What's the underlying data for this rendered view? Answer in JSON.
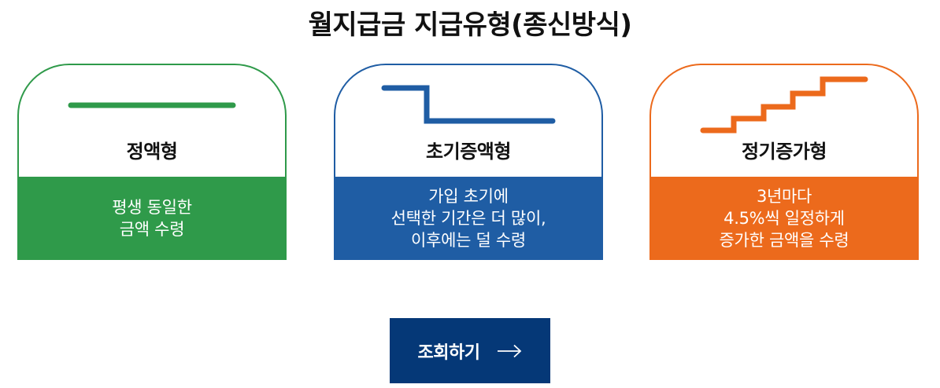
{
  "page": {
    "title": "월지급금 지급유형(종신방식)"
  },
  "cards": [
    {
      "name": "정액형",
      "graph_icon": "flat-line-icon",
      "description": [
        "평생 동일한",
        "금액 수령"
      ],
      "color": "#2f9a4a"
    },
    {
      "name": "초기증액형",
      "graph_icon": "step-down-line-icon",
      "description": [
        "가입 초기에",
        "선택한 기간은 더 많이,",
        "이후에는 덜 수령"
      ],
      "color": "#1f5da4"
    },
    {
      "name": "정기증가형",
      "graph_icon": "staircase-up-line-icon",
      "description": [
        "3년마다",
        "4.5%씩 일정하게",
        "증가한 금액을 수령"
      ],
      "color": "#ec6a1c"
    }
  ],
  "lookup_button": {
    "label": "조회하기",
    "icon": "arrow-right-icon",
    "color": "#053877"
  }
}
